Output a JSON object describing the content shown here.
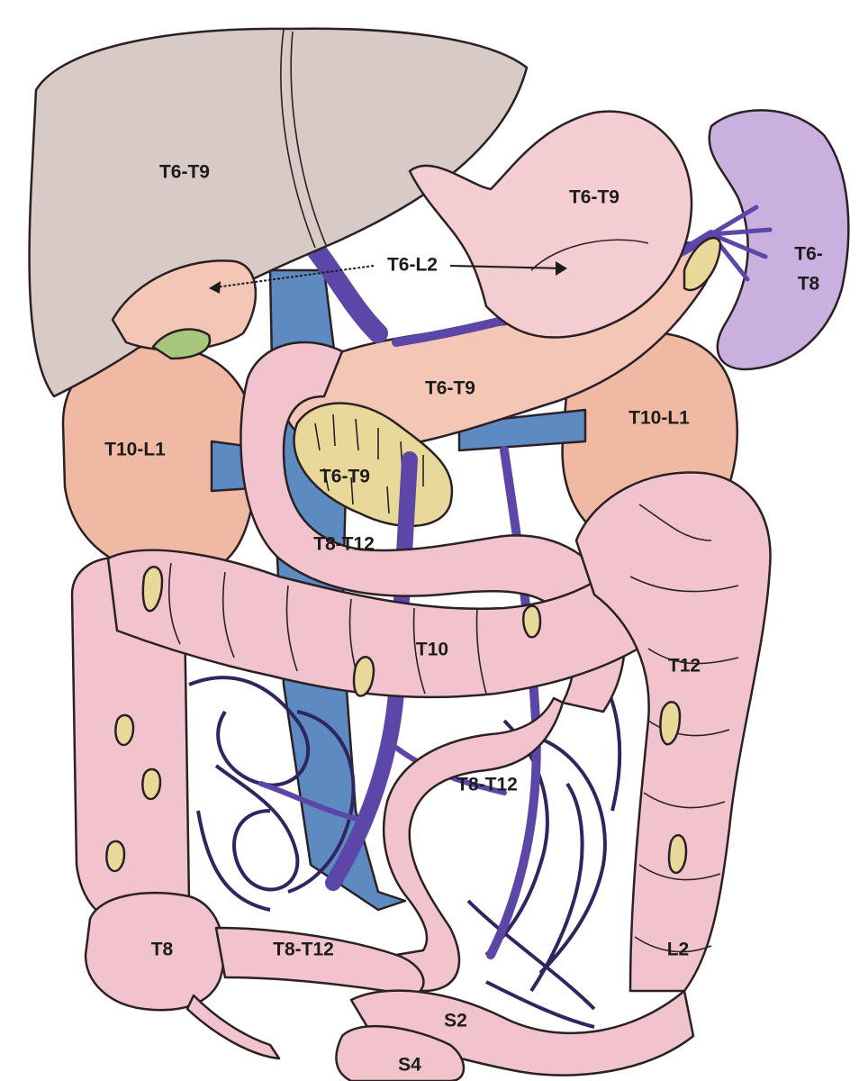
{
  "colors": {
    "liver": "#d8cbc6",
    "stomach": "#f4cdd0",
    "pancreas": "#f3c6b6",
    "kidney": "#f0b9a3",
    "spleen": "#c9b0de",
    "intestine": "#f1c3cc",
    "vena_cava": "#5d8ac0",
    "vein": "#5c47a8",
    "mesentery": "#2f2560",
    "gallbladder": "#a7c77c",
    "fat": "#e8d89a",
    "outline": "#2a2026"
  },
  "labels": {
    "liver": "T6-T9",
    "stomach": "T6-T9",
    "spleen_line1": "T6-",
    "spleen_line2": "T8",
    "biliary_span": "T6-L2",
    "pancreas": "T6-T9",
    "kidney_right": "T10-L1",
    "kidney_left": "T10-L1",
    "duodenum": "T6-T9",
    "small_bowel_upper": "T8-T12",
    "transverse_colon": "T10",
    "descending_colon": "T12",
    "small_bowel_mid": "T8-T12",
    "cecum": "T8",
    "ileum": "T8-T12",
    "sigmoid_colon": "L2",
    "sigmoid_upper": "S2",
    "rectum": "S4"
  }
}
